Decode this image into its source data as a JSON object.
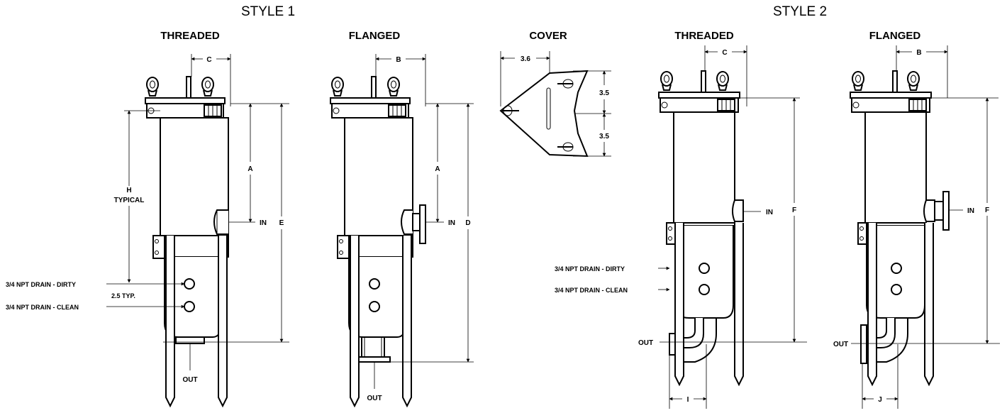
{
  "styles": [
    {
      "title": "STYLE 1",
      "variants": [
        {
          "title": "THREADED",
          "labels": {
            "c": "C",
            "a": "A",
            "h1": "H",
            "h2": "TYPICAL",
            "in": "IN",
            "e": "E",
            "drain_dirty": "3/4 NPT DRAIN - DIRTY",
            "drain_typ": "2.5 TYP.",
            "drain_clean": "3/4 NPT DRAIN - CLEAN",
            "out": "OUT"
          }
        },
        {
          "title": "FLANGED",
          "labels": {
            "b": "B",
            "a": "A",
            "in": "IN",
            "d": "D",
            "out": "OUT"
          }
        }
      ]
    },
    {
      "title": "COVER",
      "labels": {
        "w": "3.6",
        "h1": "3.5",
        "h2": "3.5"
      }
    },
    {
      "title": "STYLE 2",
      "variants": [
        {
          "title": "THREADED",
          "labels": {
            "c": "C",
            "in": "IN",
            "f": "F",
            "drain_dirty": "3/4 NPT DRAIN - DIRTY",
            "drain_clean": "3/4 NPT DRAIN - CLEAN",
            "out": "OUT",
            "i": "I"
          }
        },
        {
          "title": "FLANGED",
          "labels": {
            "b": "B",
            "in": "IN",
            "f": "F",
            "out": "OUT",
            "j": "J"
          }
        }
      ]
    }
  ]
}
